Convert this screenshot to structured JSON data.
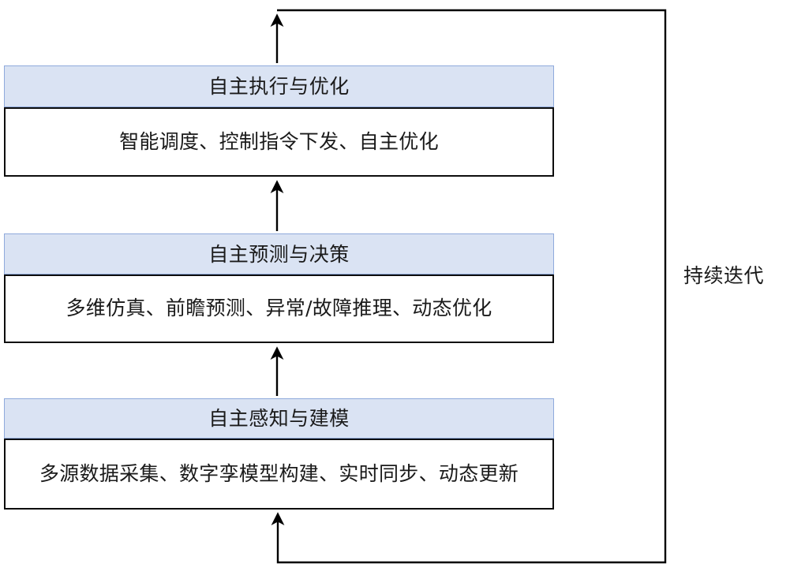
{
  "diagram": {
    "title": "",
    "colors": {
      "header_fill": "#dae3f3",
      "header_border": "#8faadc",
      "body_border": "#0d0d0d",
      "body_fill": "#ffffff",
      "line": "#000000",
      "text": "#1a1a1a"
    },
    "layers": [
      {
        "id": "exec",
        "title": "自主执行与优化",
        "description": "智能调度、控制指令下发、自主优化"
      },
      {
        "id": "predict",
        "title": "自主预测与决策",
        "description": "多维仿真、前瞻预测、异常/故障推理、动态优化"
      },
      {
        "id": "sense",
        "title": "自主感知与建模",
        "description": "多源数据采集、数字孪模型构建、实时同步、动态更新"
      }
    ],
    "flow": {
      "loop_label": "持续迭代",
      "arrows": [
        {
          "name": "sense-to-predict",
          "from": "自主感知与建模",
          "to": "自主预测与决策",
          "direction": "up"
        },
        {
          "name": "predict-to-exec",
          "from": "自主预测与决策",
          "to": "自主执行与优化",
          "direction": "up"
        },
        {
          "name": "feedback-loop",
          "from": "自主执行与优化",
          "to": "自主感知与建模",
          "direction": "loop"
        }
      ]
    }
  }
}
